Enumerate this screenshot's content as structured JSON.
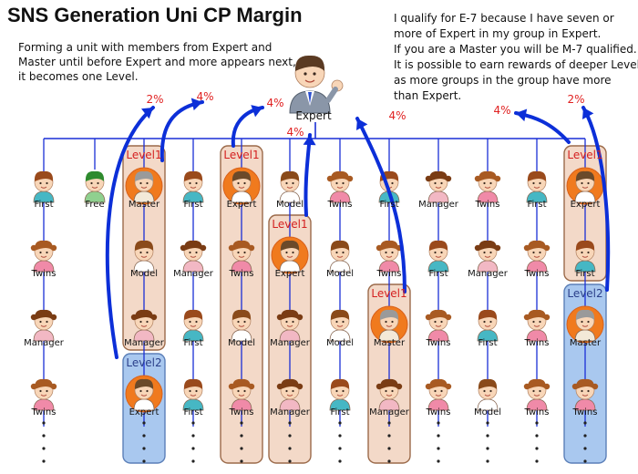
{
  "title": "SNS Generation Uni CP Margin",
  "description_left": [
    "Forming a unit with members from Expert and",
    "Master until before Expert and more appears next,",
    "it becomes one Level."
  ],
  "description_right": [
    "I qualify for E-7 because I have seven or",
    "more of Expert in my group in Expert.",
    "If you are a Master you will be M-7 qualified.",
    "It is possible to earn rewards of deeper Level",
    "as more groups in the group have more",
    "than Expert."
  ],
  "top_member": {
    "label": "Expert"
  },
  "colors": {
    "connector": "#1a2fd6",
    "arrow": "#0c2fd8",
    "percent_text": "#e02020",
    "level1_fill": "#f3d9c8",
    "level1_stroke": "#9b6a4a",
    "level2_fill": "#a9c8ef",
    "level2_stroke": "#5b7fb8",
    "level_text": "#d42020",
    "expert_ring": "#f07a1e"
  },
  "columns": [
    {
      "members": [
        "First",
        "Twins",
        "Manager",
        "Twins"
      ]
    },
    {
      "members": [
        "Free"
      ]
    },
    {
      "members": [
        "Master",
        "Model",
        "Manager",
        "Expert"
      ]
    },
    {
      "members": [
        "First",
        "Manager",
        "First",
        "First"
      ]
    },
    {
      "members": [
        "Expert",
        "Twins",
        "Model",
        "Twins"
      ]
    },
    {
      "members": [
        "Model",
        "Expert",
        "Manager",
        "Manager"
      ]
    },
    {
      "members": [
        "Twins",
        "Model",
        "Model",
        "First"
      ]
    },
    {
      "members": [
        "First",
        "Twins",
        "Master",
        "Manager"
      ]
    },
    {
      "members": [
        "Manager",
        "First",
        "Twins",
        "Twins"
      ]
    },
    {
      "members": [
        "Twins",
        "Manager",
        "First",
        "Model"
      ]
    },
    {
      "members": [
        "First",
        "Twins",
        "Twins",
        "Twins"
      ]
    },
    {
      "members": [
        "Expert",
        "First",
        "Master",
        "Twins"
      ]
    }
  ],
  "level_boxes": [
    {
      "label": "Level1",
      "column": 2,
      "from_row": 0,
      "to_row": 2,
      "style": "level1"
    },
    {
      "label": "Level2",
      "column": 2,
      "from_row": 3,
      "to_row": 3,
      "style": "level2"
    },
    {
      "label": "Level1",
      "column": 4,
      "from_row": 0,
      "to_row": 3,
      "style": "level1"
    },
    {
      "label": "Level1",
      "column": 5,
      "from_row": 1,
      "to_row": 3,
      "style": "level1"
    },
    {
      "label": "Level1",
      "column": 7,
      "from_row": 2,
      "to_row": 3,
      "style": "level1"
    },
    {
      "label": "Level1",
      "column": 11,
      "from_row": 0,
      "to_row": 1,
      "style": "level1"
    },
    {
      "label": "Level2",
      "column": 11,
      "from_row": 2,
      "to_row": 3,
      "style": "level2"
    }
  ],
  "arrows": [
    {
      "percent": "2%"
    },
    {
      "percent": "4%"
    },
    {
      "percent": "4%"
    },
    {
      "percent": "4%"
    },
    {
      "percent": "4%"
    },
    {
      "percent": "4%"
    },
    {
      "percent": "2%"
    }
  ]
}
